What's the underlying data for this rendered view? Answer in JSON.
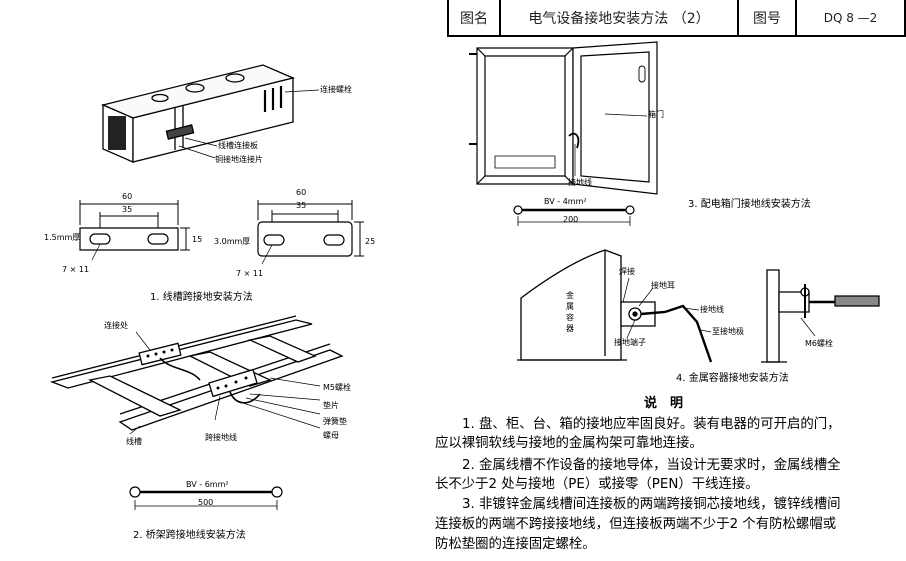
{
  "title_block": {
    "name_label": "图名",
    "name_value": "电气设备接地安装方法 （2）",
    "number_label": "图号",
    "number_value": "DQ 8 —2"
  },
  "fig1": {
    "labels": {
      "bolt": "连接螺栓",
      "plate": "线槽连接板",
      "strip": "铜接地连接片"
    },
    "left_plate": {
      "dim_overall": "60",
      "dim_inner": "35",
      "thickness": "1.5mm厚",
      "height": "15",
      "hole": "7 × 11"
    },
    "right_plate": {
      "dim_overall": "60",
      "dim_inner": "35",
      "thickness": "3.0mm厚",
      "height": "25",
      "hole": "7 × 11"
    },
    "caption": "1. 线槽跨接地安装方法"
  },
  "fig2": {
    "labels": {
      "joint": "连接处",
      "bolt": "M5螺栓",
      "washer": "垫片",
      "spring_washer": "弹簧垫",
      "nut": "螺母",
      "jumper": "跨接地线",
      "tray": "线槽"
    },
    "wire_spec": "BV - 6mm²",
    "wire_length": "500",
    "caption": "2. 桥架跨接地线安装方法"
  },
  "fig3": {
    "labels": {
      "door": "箱门",
      "ground_wire": "接地线"
    },
    "wire_spec": "BV - 4mm²",
    "wire_length": "200",
    "caption": "3. 配电箱门接地线安装方法"
  },
  "fig4": {
    "labels": {
      "container": "金属容器",
      "weld": "焊接",
      "lug": "接地耳",
      "ground_wire": "接地线",
      "to_electrode": "至接地极",
      "terminal": "接地端子",
      "bolt": "M6螺栓"
    },
    "caption": "4. 金属容器接地安装方法"
  },
  "description": {
    "heading": "说　明",
    "lines": [
      "1. 盘、柜、台、箱的接地应牢固良好。装有电器的可开启的门，",
      "应以裸铜软线与接地的金属构架可靠地连接。",
      "2. 金属线槽不作设备的接地导体，当设计无要求时，金属线槽全",
      "长不少于2 处与接地（PE）或接零（PEN）干线连接。",
      "3. 非镀锌金属线槽间连接板的两端跨接铜芯接地线，镀锌线槽间",
      "连接板的两端不跨接接地线，但连接板两端不少于2 个有防松螺帽或",
      "防松垫圈的连接固定螺栓。"
    ]
  }
}
